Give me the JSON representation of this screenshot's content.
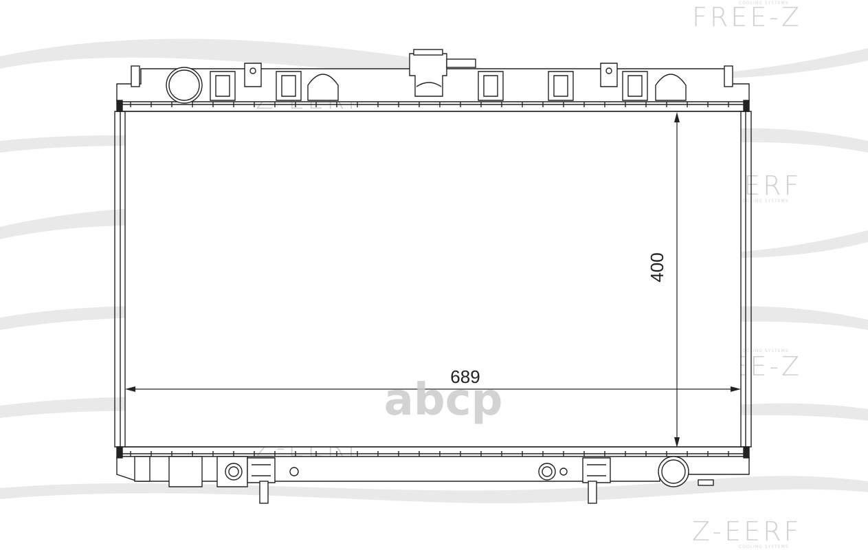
{
  "watermark": {
    "brand": "FREE-Z",
    "brand_mirrored": "Z-EERF",
    "tagline": "COOLING SYSTEMS",
    "overlay_logo": "abcp"
  },
  "dimensions": {
    "width": "689",
    "height": "400"
  },
  "colors": {
    "line": "#222222",
    "watermark": "#cfcfcf",
    "background": "#ffffff"
  }
}
